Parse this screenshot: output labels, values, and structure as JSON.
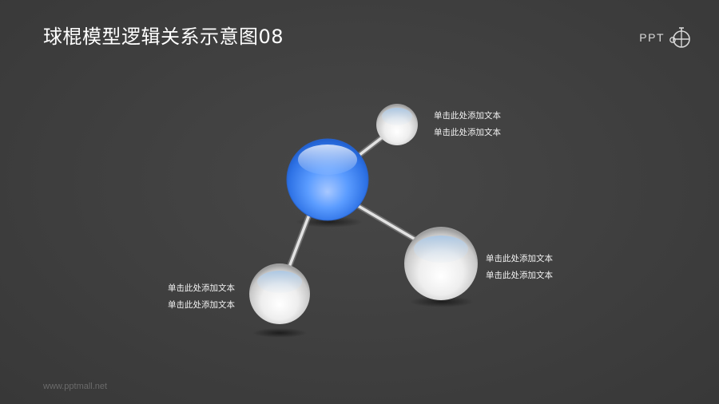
{
  "slide": {
    "title": "球棍模型逻辑关系示意图08",
    "logo_text": "PPT",
    "logo_icon": "ppt-stopwatch-logo-icon",
    "footer_url": "www.pptmall.net"
  },
  "colors": {
    "background": "#3f3f3f",
    "center_ball": "#3d86f0",
    "satellite_ball": "#e6e6e6",
    "text": "#f2f2f2"
  },
  "nodes": [
    {
      "id": "top-right",
      "lines": [
        "单击此处添加文本",
        "单击此处添加文本"
      ]
    },
    {
      "id": "right",
      "lines": [
        "单击此处添加文本",
        "单击此处添加文本"
      ]
    },
    {
      "id": "bottom-left",
      "lines": [
        "单击此处添加文本",
        "单击此处添加文本"
      ]
    }
  ]
}
